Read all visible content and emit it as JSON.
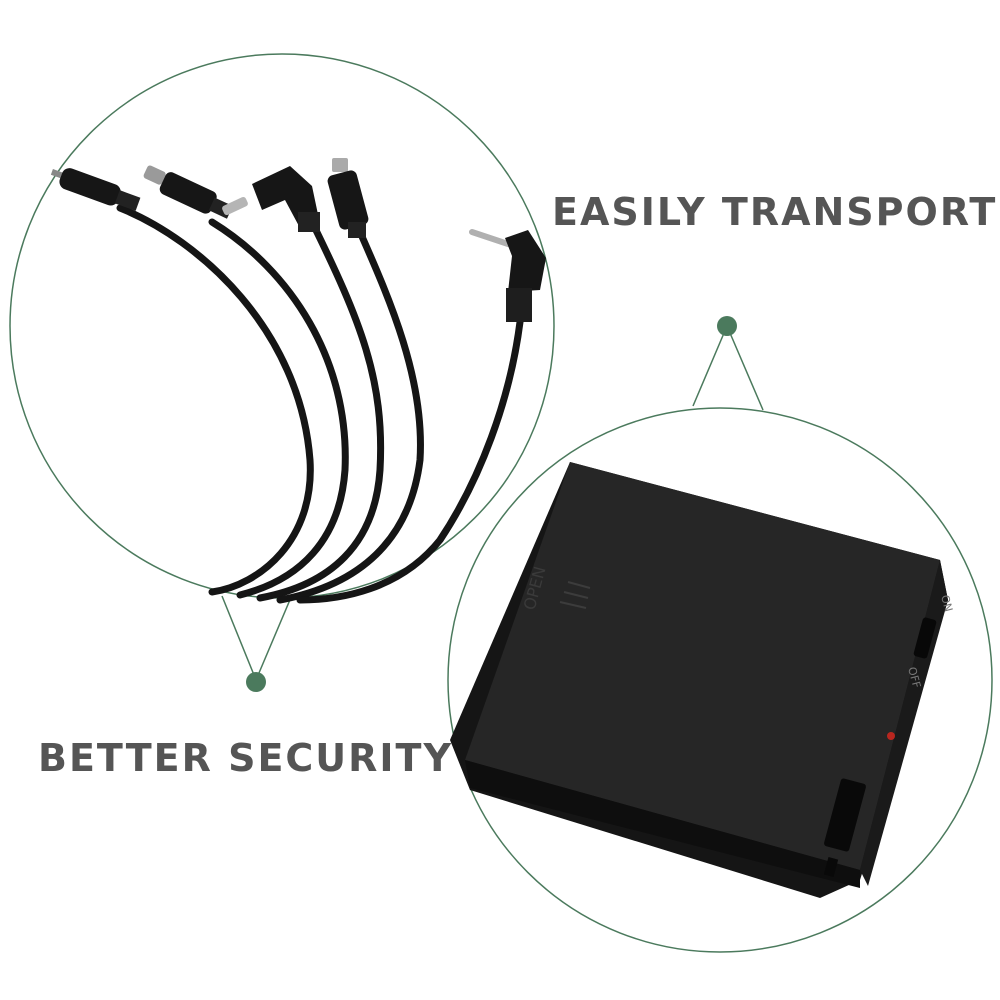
{
  "captions": {
    "transport": "EASILY TRANSPORT",
    "security": "BETTER SECURITY"
  },
  "product_labels": {
    "open": "OPEN",
    "off": "OFF",
    "on": "ON"
  },
  "colors": {
    "accent_green": "#4b7a5d",
    "caption_gray": "#555555",
    "case_black": "#1b1b1b"
  }
}
